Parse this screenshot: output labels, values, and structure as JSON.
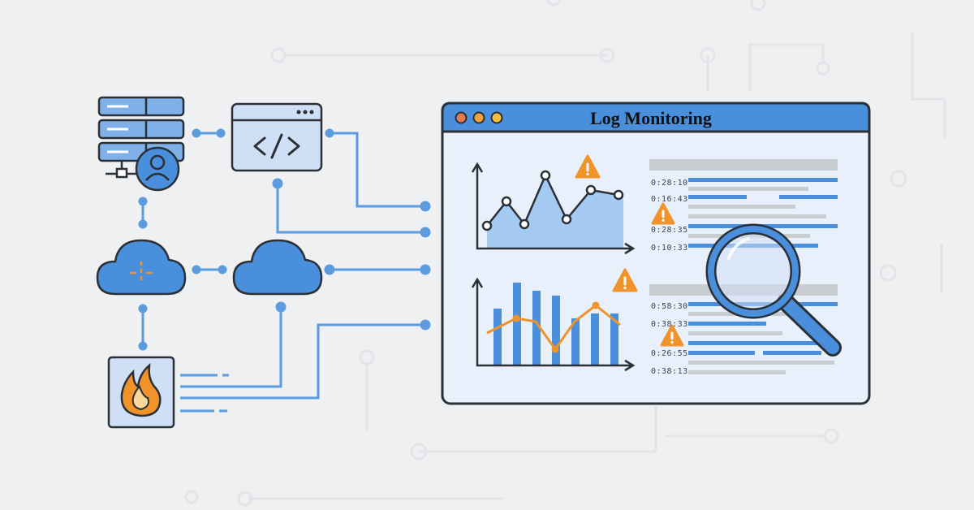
{
  "window": {
    "title": "Log Monitoring",
    "traffic_lights": [
      "#e07b4f",
      "#f0a33a",
      "#f3bd3e"
    ]
  },
  "log_groups": [
    {
      "timestamps": [
        "0:28:10",
        "0:16:43",
        "0:28:35",
        "0:10:33"
      ]
    },
    {
      "timestamps": [
        "0:58:30",
        "0:38:33",
        "0:26:55",
        "0:38:13"
      ]
    }
  ],
  "nodes": {
    "server": "server-stack-icon",
    "code": "code-window-icon",
    "cloud_left": "cloud-network-icon",
    "cloud_right": "cloud-icon",
    "firewall": "fire-icon"
  },
  "colors": {
    "accent": "#4a8fdb",
    "panel": "#e8f0fb",
    "outline": "#2b2f36",
    "warning": "#f0932b",
    "connector": "#5b9be0",
    "trace": "#e2e4e7"
  }
}
